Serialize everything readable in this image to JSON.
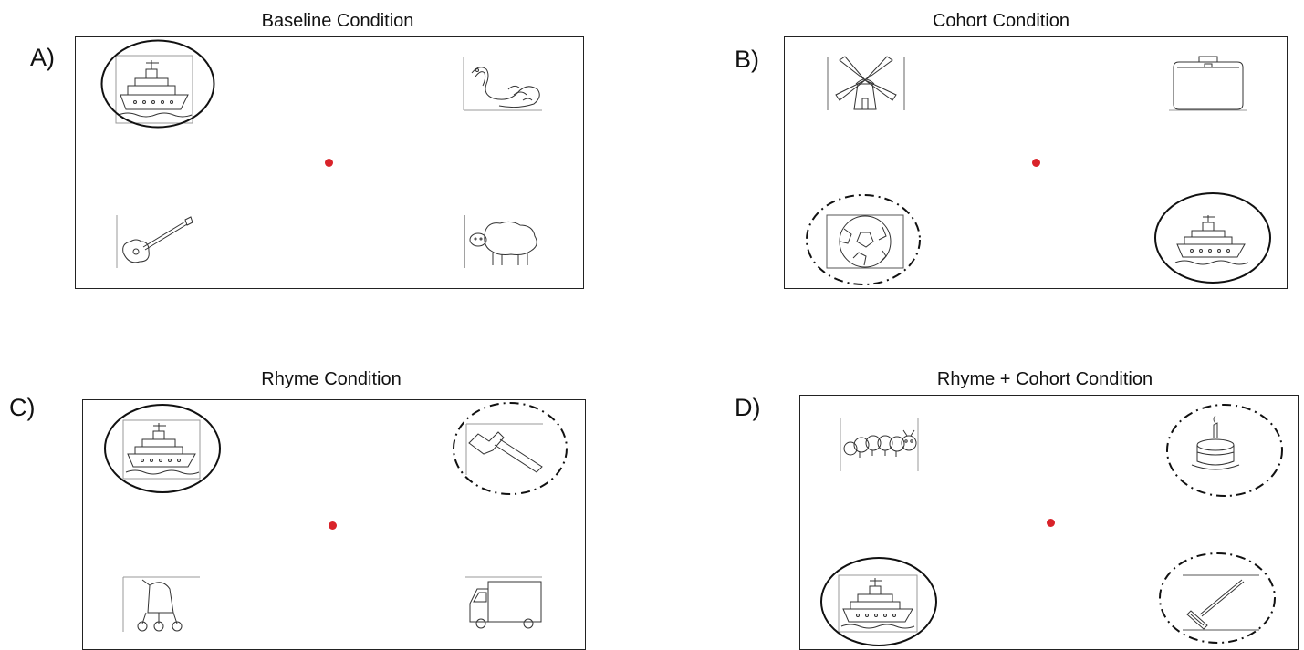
{
  "panels": {
    "a": {
      "letter": "A)",
      "title": "Baseline Condition",
      "items": {
        "tl": "ship-icon",
        "tr": "snake-icon",
        "bl": "guitar-icon",
        "br": "sheep-icon"
      },
      "circled": {
        "target": "tl"
      }
    },
    "b": {
      "letter": "B)",
      "title": "Cohort Condition",
      "items": {
        "tl": "windmill-icon",
        "tr": "suitcase-icon",
        "bl": "ball-icon",
        "br": "ship-icon"
      },
      "circled": {
        "target": "br",
        "competitor": [
          "bl"
        ]
      }
    },
    "c": {
      "letter": "C)",
      "title": "Rhyme Condition",
      "items": {
        "tl": "ship-icon",
        "tr": "hammer-icon",
        "bl": "stroller-icon",
        "br": "truck-icon"
      },
      "circled": {
        "target": "tl",
        "competitor": [
          "tr"
        ]
      }
    },
    "d": {
      "letter": "D)",
      "title": "Rhyme + Cohort Condition",
      "items": {
        "tl": "caterpillar-icon",
        "tr": "cake-icon",
        "bl": "ship-icon",
        "br": "broom-icon"
      },
      "circled": {
        "target": "bl",
        "competitor": [
          "tr",
          "br"
        ]
      }
    }
  },
  "colors": {
    "fixation_dot": "#d9232a",
    "frame": "#222222",
    "line_art": "#333333"
  }
}
